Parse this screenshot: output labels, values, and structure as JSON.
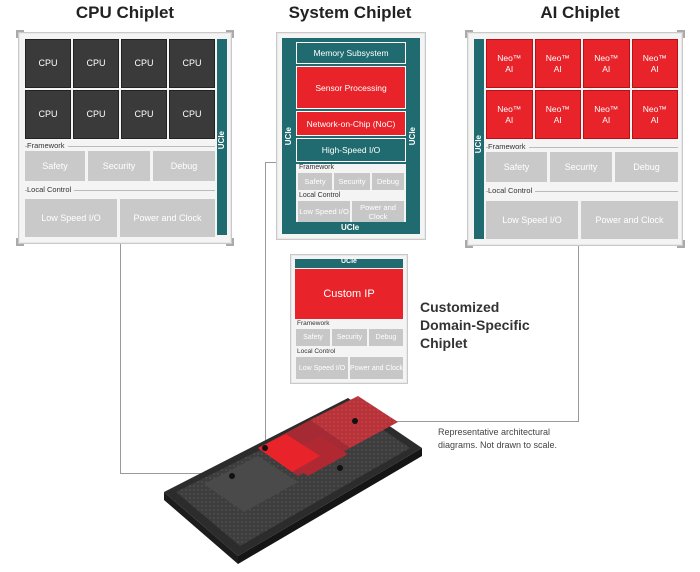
{
  "titles": {
    "cpu": "CPU Chiplet",
    "system": "System Chiplet",
    "ai": "AI Chiplet",
    "custom_line1": "Customized",
    "custom_line2": "Domain-Specific",
    "custom_line3": "Chiplet"
  },
  "cpu_chiplet": {
    "cores": [
      "CPU",
      "CPU",
      "CPU",
      "CPU",
      "CPU",
      "CPU",
      "CPU",
      "CPU"
    ],
    "ucie": "UCIe",
    "framework": "Framework",
    "safety": "Safety",
    "security": "Security",
    "debug": "Debug",
    "local_control": "Local Control",
    "low_speed_io": "Low Speed I/O",
    "power_clock": "Power and Clock"
  },
  "ai_chiplet": {
    "cores": [
      "Neo™ AI",
      "Neo™ AI",
      "Neo™ AI",
      "Neo™ AI",
      "Neo™ AI",
      "Neo™ AI",
      "Neo™ AI",
      "Neo™ AI"
    ],
    "ucie": "UCIe",
    "framework": "Framework",
    "safety": "Safety",
    "security": "Security",
    "debug": "Debug",
    "local_control": "Local Control",
    "low_speed_io": "Low Speed I/O",
    "power_clock": "Power and Clock"
  },
  "system_chiplet": {
    "memory_subsystem": "Memory Subsystem",
    "sensor_processing": "Sensor Processing",
    "noc": "Network-on-Chip (NoC)",
    "high_speed_io": "High-Speed I/O",
    "ucie_left": "UCIe",
    "ucie_right": "UCIe",
    "ucie_bottom": "UCIe",
    "framework": "Framework",
    "safety": "Safety",
    "security": "Security",
    "debug": "Debug",
    "local_control": "Local Control",
    "low_speed_io": "Low Speed I/O",
    "power_clock": "Power and Clock"
  },
  "custom_chiplet": {
    "ucie_top": "UCIe",
    "custom_ip": "Custom IP",
    "framework": "Framework",
    "safety": "Safety",
    "security": "Security",
    "debug": "Debug",
    "local_control": "Local Control",
    "low_speed_io": "Low Speed I/O",
    "power_clock": "Power and Clock"
  },
  "note": {
    "line1": "Representative architectural",
    "line2": "diagrams. Not drawn to scale."
  },
  "colors": {
    "accent_red": "#e8232a",
    "teal": "#1f6b6f",
    "cpu_dark": "#3a3a3a"
  }
}
